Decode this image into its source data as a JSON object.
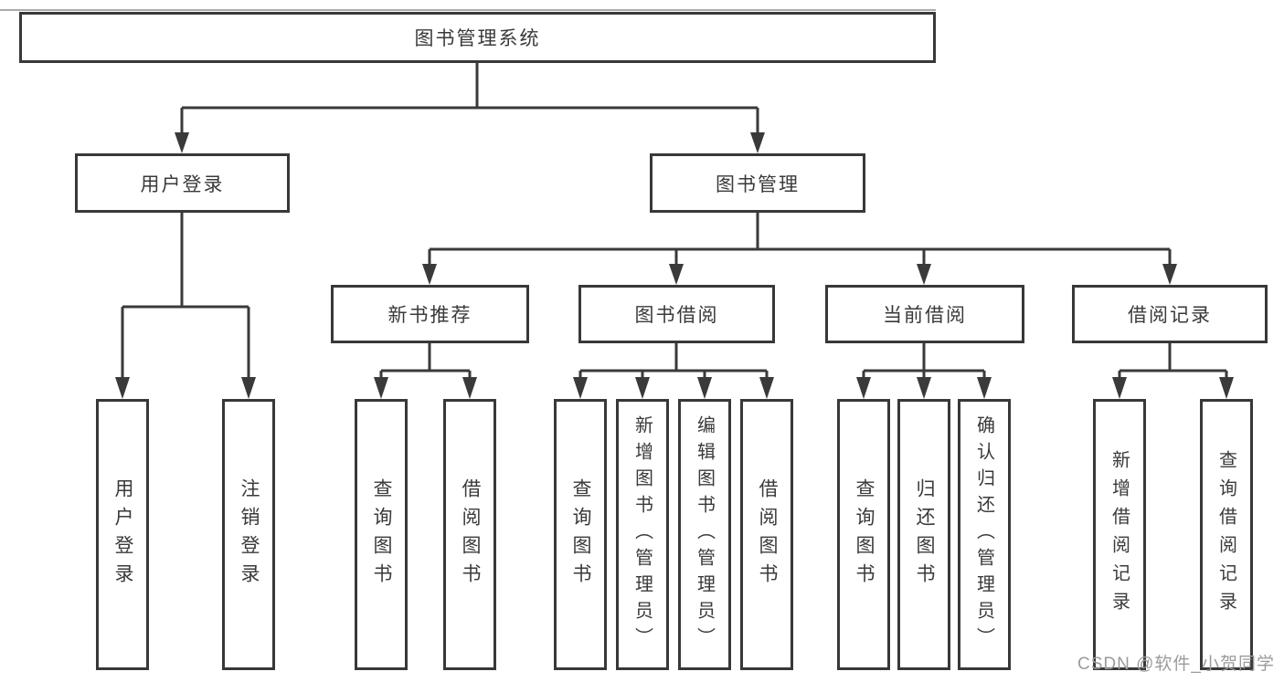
{
  "diagram": {
    "root_label": "图书管理系统",
    "branches": [
      {
        "label": "用户登录",
        "children": [
          {
            "label": "用户登录"
          },
          {
            "label": "注销登录"
          }
        ]
      },
      {
        "label": "图书管理",
        "children": [
          {
            "label": "新书推荐",
            "children": [
              {
                "label": "查询图书"
              },
              {
                "label": "借阅图书"
              }
            ]
          },
          {
            "label": "图书借阅",
            "children": [
              {
                "label": "查询图书"
              },
              {
                "label": "新增图书（管理员）"
              },
              {
                "label": "编辑图书（管理员）"
              },
              {
                "label": "借阅图书"
              }
            ]
          },
          {
            "label": "当前借阅",
            "children": [
              {
                "label": "查询图书"
              },
              {
                "label": "归还图书"
              },
              {
                "label": "确认归还（管理员）"
              }
            ]
          },
          {
            "label": "借阅记录",
            "children": [
              {
                "label": "新增借阅记录"
              },
              {
                "label": "查询借阅记录"
              }
            ]
          }
        ]
      }
    ]
  },
  "watermark": {
    "text": "CSDN @软件_小贺同学"
  },
  "colors": {
    "line": "#3a3a3a",
    "box_border": "#383838",
    "text": "#3a3a3a",
    "watermark": "#9b9b9b",
    "background": "#ffffff"
  }
}
